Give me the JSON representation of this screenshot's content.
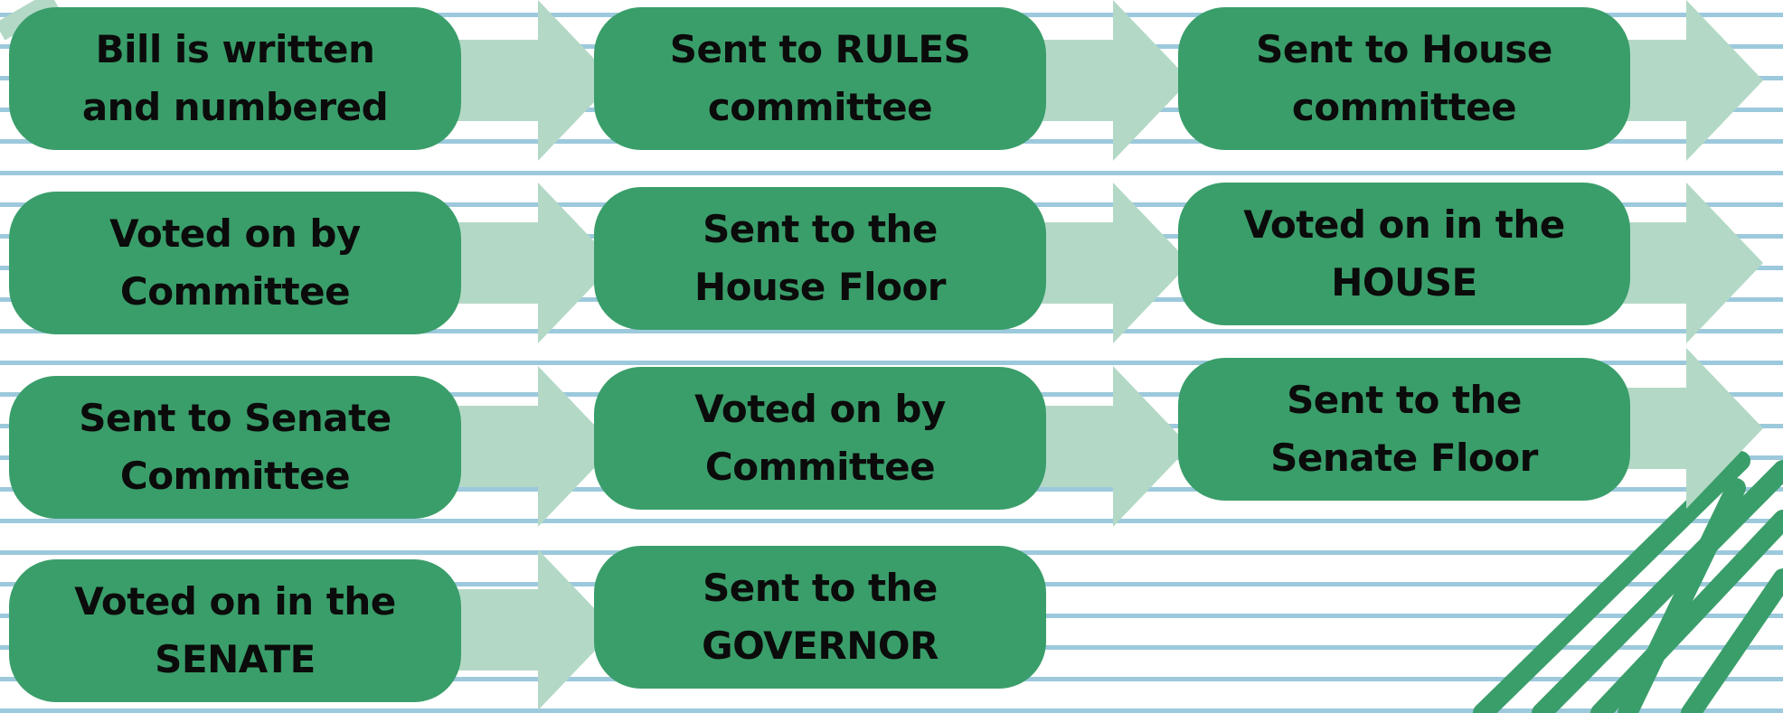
{
  "colors": {
    "background": "#ffffff",
    "rule_line": "#9cc9dc",
    "step_fill": "#3a9e6a",
    "arrow_fill": "#b3d9c6",
    "scribble": "#3a9e6a",
    "text": "#0b0b0b"
  },
  "steps": [
    {
      "label": "Bill is written\nand numbered"
    },
    {
      "label": "Sent to RULES\ncommittee"
    },
    {
      "label": "Sent to House\ncommittee"
    },
    {
      "label": "Voted on by\nCommittee"
    },
    {
      "label": "Sent to the\nHouse Floor"
    },
    {
      "label": "Voted on in the\nHOUSE"
    },
    {
      "label": "Sent to Senate\nCommittee"
    },
    {
      "label": "Voted on by\nCommittee"
    },
    {
      "label": "Sent to the\nSenate Floor"
    },
    {
      "label": "Voted on in the\nSENATE"
    },
    {
      "label": "Sent to the\nGOVERNOR"
    }
  ]
}
